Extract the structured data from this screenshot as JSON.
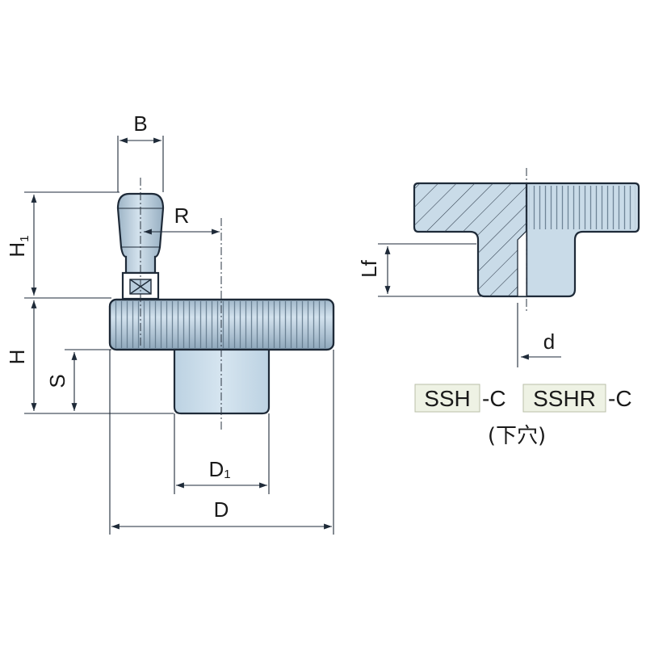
{
  "dimensions": {
    "B": "B",
    "H1_main": "H",
    "H1_sub": "1",
    "R": "R",
    "H": "H",
    "S": "S",
    "D1_main": "D",
    "D1_sub": "1",
    "D": "D",
    "Lf": "Lf",
    "d": "d"
  },
  "variants": {
    "ssh_code": "SSH",
    "ssh_suffix": "-C",
    "sshr_code": "SSHR",
    "sshr_suffix": "-C",
    "note": "(下穴)"
  },
  "colors": {
    "part_fill": "#c9dbe8",
    "part_fill_dark": "#a9c0d2",
    "label_highlight": "#eef2e4",
    "line": "#1e2a38"
  }
}
